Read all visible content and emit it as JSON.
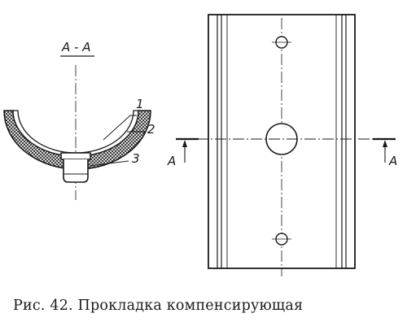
{
  "section_label": "A - A",
  "callouts": [
    "1",
    "2",
    "3"
  ],
  "section_marker": "A",
  "caption": "Рис. 42. Прокладка компенсирующая"
}
